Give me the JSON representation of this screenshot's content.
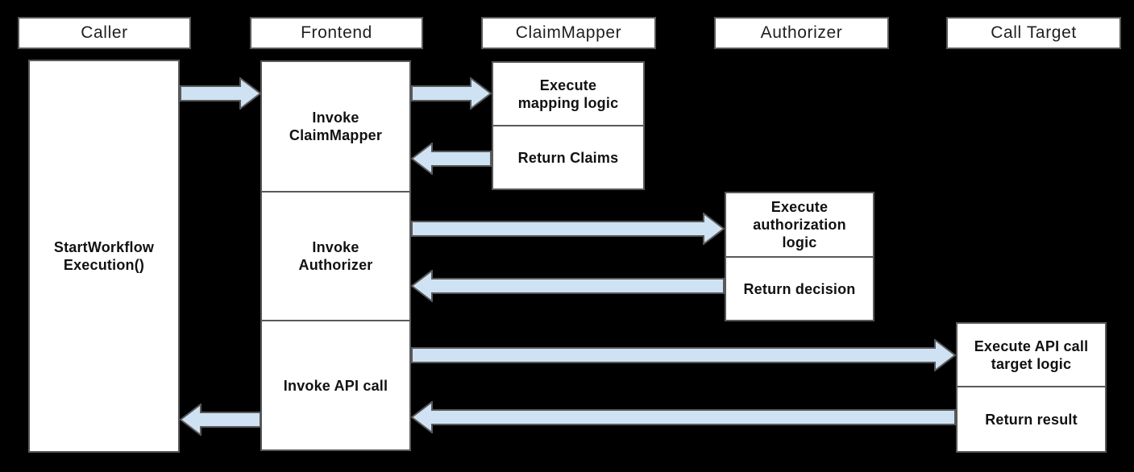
{
  "diagram_type": "sequence-diagram",
  "colors": {
    "background": "#000000",
    "box_fill": "#ffffff",
    "box_border": "#595959",
    "text": "#111111",
    "arrow_fill": "#cfe2f3",
    "arrow_border": "#595959"
  },
  "columns": [
    {
      "header": "Caller",
      "sections": [
        "StartWorkflow Execution()"
      ]
    },
    {
      "header": "Frontend",
      "sections": [
        "Invoke ClaimMapper",
        "Invoke Authorizer",
        "Invoke API call"
      ]
    },
    {
      "header": "ClaimMapper",
      "sections": [
        "Execute mapping logic",
        "Return Claims"
      ]
    },
    {
      "header": "Authorizer",
      "sections": [
        "Execute authorization logic",
        "Return decision"
      ]
    },
    {
      "header": "Call Target",
      "sections": [
        "Execute API call target logic",
        "Return result"
      ]
    }
  ],
  "flows": [
    {
      "from": "Caller",
      "to": "Frontend",
      "type": "request"
    },
    {
      "from": "Frontend",
      "to": "ClaimMapper",
      "type": "request"
    },
    {
      "from": "ClaimMapper",
      "to": "Frontend",
      "type": "return"
    },
    {
      "from": "Frontend",
      "to": "Authorizer",
      "type": "request"
    },
    {
      "from": "Authorizer",
      "to": "Frontend",
      "type": "return"
    },
    {
      "from": "Frontend",
      "to": "Call Target",
      "type": "request"
    },
    {
      "from": "Call Target",
      "to": "Frontend",
      "type": "return"
    },
    {
      "from": "Frontend",
      "to": "Caller",
      "type": "return"
    }
  ]
}
